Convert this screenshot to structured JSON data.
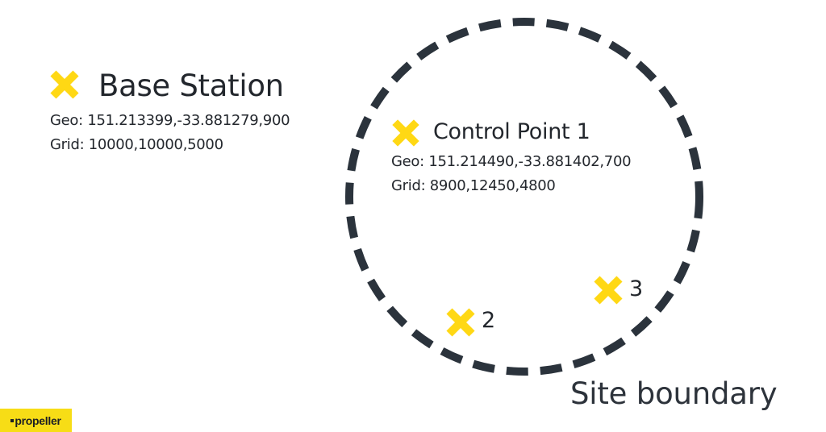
{
  "colors": {
    "marker": "#FFD814",
    "boundary": "#2b333c",
    "text": "#23272d",
    "logo_bg": "#F7DD16"
  },
  "base_station": {
    "icon": "x-marker-icon",
    "title": "Base Station",
    "geo": "Geo: 151.213399,-33.881279,900",
    "grid": "Grid: 10000,10000,5000"
  },
  "control_points": [
    {
      "icon": "x-marker-icon",
      "title": "Control Point 1",
      "geo": "Geo: 151.214490,-33.881402,700",
      "grid": "Grid: 8900,12450,4800"
    },
    {
      "icon": "x-marker-icon",
      "label": "2"
    },
    {
      "icon": "x-marker-icon",
      "label": "3"
    }
  ],
  "site_boundary": {
    "label": "Site boundary",
    "style": "dashed-circle"
  },
  "logo": {
    "text": "propeller"
  }
}
